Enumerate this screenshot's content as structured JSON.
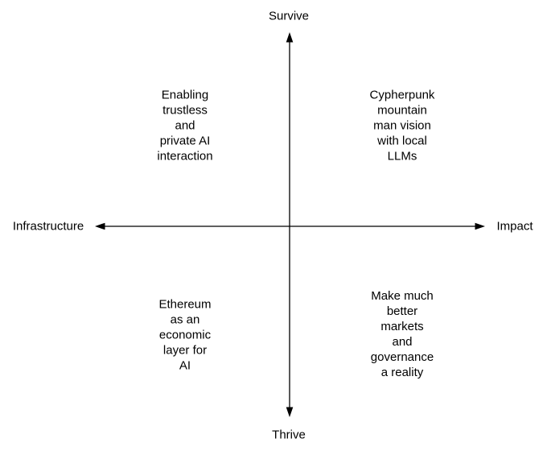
{
  "canvas": {
    "background_color": "#ffffff",
    "axis_color": "#000000",
    "text_color": "#000000"
  },
  "axes": {
    "vertical": {
      "top_label": "Survive",
      "bottom_label": "Thrive"
    },
    "horizontal": {
      "left_label": "Infrastructure",
      "right_label": "Impact"
    }
  },
  "quadrants": {
    "top_left": {
      "text": "Enabling\ntrustless\nand\nprivate AI\ninteraction"
    },
    "top_right": {
      "text": "Cypherpunk\nmountain\nman vision\nwith local\nLLMs"
    },
    "bottom_left": {
      "text": "Ethereum\nas an\neconomic\nlayer for\nAI"
    },
    "bottom_right": {
      "text": "Make much\nbetter\nmarkets\nand\ngovernance\na reality"
    }
  }
}
